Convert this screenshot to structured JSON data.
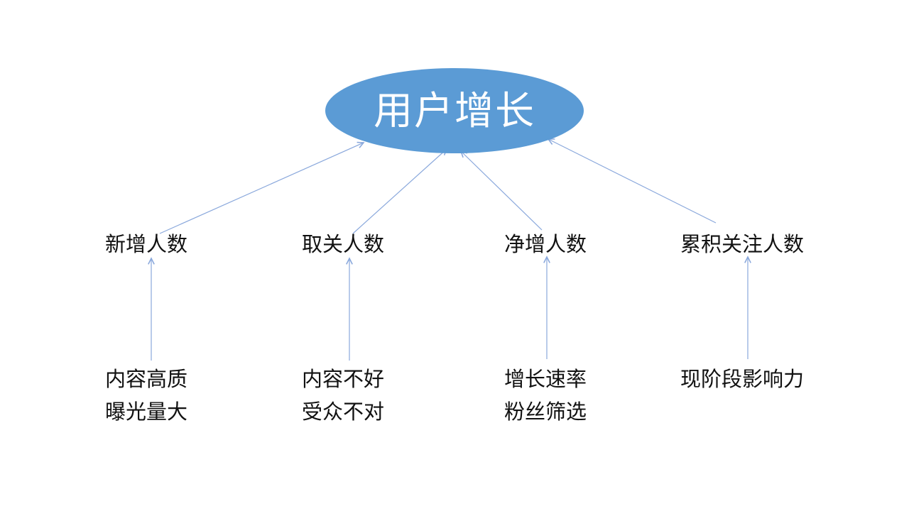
{
  "diagram": {
    "root": {
      "label": "用户增长"
    },
    "branches": [
      {
        "label": "新增人数",
        "notes": [
          "内容高质",
          "曝光量大"
        ]
      },
      {
        "label": "取关人数",
        "notes": [
          "内容不好",
          "受众不对"
        ]
      },
      {
        "label": "净增人数",
        "notes": [
          "增长速率",
          "粉丝筛选"
        ]
      },
      {
        "label": "累积关注人数",
        "notes": [
          "现阶段影响力"
        ]
      }
    ],
    "colors": {
      "ellipse_fill": "#5B9BD5",
      "connector": "#8AA8DC",
      "root_text": "#FFFFFF",
      "body_text": "#111111"
    }
  }
}
